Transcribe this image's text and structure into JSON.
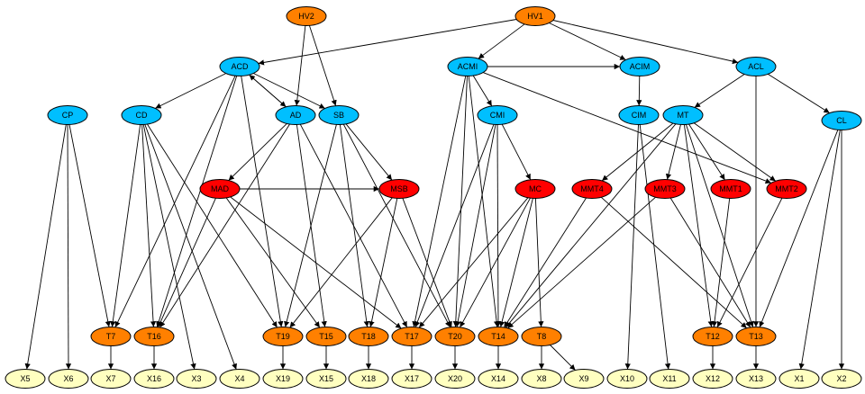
{
  "colors": {
    "orange": "#ff8000",
    "blue": "#00bfff",
    "red": "#ff0000",
    "yellow": "#ffffc0"
  },
  "nodes": [
    {
      "id": "HV2",
      "label": "HV2",
      "color": "orange"
    },
    {
      "id": "HV1",
      "label": "HV1",
      "color": "orange"
    },
    {
      "id": "ACD",
      "label": "ACD",
      "color": "blue"
    },
    {
      "id": "ACMI",
      "label": "ACMI",
      "color": "blue"
    },
    {
      "id": "ACIM",
      "label": "ACIM",
      "color": "blue"
    },
    {
      "id": "ACL",
      "label": "ACL",
      "color": "blue"
    },
    {
      "id": "CP",
      "label": "CP",
      "color": "blue"
    },
    {
      "id": "CD",
      "label": "CD",
      "color": "blue"
    },
    {
      "id": "AD",
      "label": "AD",
      "color": "blue"
    },
    {
      "id": "SB",
      "label": "SB",
      "color": "blue"
    },
    {
      "id": "CMI",
      "label": "CMI",
      "color": "blue"
    },
    {
      "id": "CIM",
      "label": "CIM",
      "color": "blue"
    },
    {
      "id": "MT",
      "label": "MT",
      "color": "blue"
    },
    {
      "id": "CL",
      "label": "CL",
      "color": "blue"
    },
    {
      "id": "MAD",
      "label": "MAD",
      "color": "red"
    },
    {
      "id": "MSB",
      "label": "MSB",
      "color": "red"
    },
    {
      "id": "MC",
      "label": "MC",
      "color": "red"
    },
    {
      "id": "MMT4",
      "label": "MMT4",
      "color": "red"
    },
    {
      "id": "MMT3",
      "label": "MMT3",
      "color": "red"
    },
    {
      "id": "MMT1",
      "label": "MMT1",
      "color": "red"
    },
    {
      "id": "MMT2",
      "label": "MMT2",
      "color": "red"
    },
    {
      "id": "T7",
      "label": "T7",
      "color": "orange"
    },
    {
      "id": "T16",
      "label": "T16",
      "color": "orange"
    },
    {
      "id": "T19",
      "label": "T19",
      "color": "orange"
    },
    {
      "id": "T15",
      "label": "T15",
      "color": "orange"
    },
    {
      "id": "T18",
      "label": "T18",
      "color": "orange"
    },
    {
      "id": "T17",
      "label": "T17",
      "color": "orange"
    },
    {
      "id": "T20",
      "label": "T20",
      "color": "orange"
    },
    {
      "id": "T14",
      "label": "T14",
      "color": "orange"
    },
    {
      "id": "T8",
      "label": "T8",
      "color": "orange"
    },
    {
      "id": "T12",
      "label": "T12",
      "color": "orange"
    },
    {
      "id": "T13",
      "label": "T13",
      "color": "orange"
    },
    {
      "id": "X5",
      "label": "X5",
      "color": "yellow"
    },
    {
      "id": "X6",
      "label": "X6",
      "color": "yellow"
    },
    {
      "id": "X7",
      "label": "X7",
      "color": "yellow"
    },
    {
      "id": "X16",
      "label": "X16",
      "color": "yellow"
    },
    {
      "id": "X3",
      "label": "X3",
      "color": "yellow"
    },
    {
      "id": "X4",
      "label": "X4",
      "color": "yellow"
    },
    {
      "id": "X19",
      "label": "X19",
      "color": "yellow"
    },
    {
      "id": "X15",
      "label": "X15",
      "color": "yellow"
    },
    {
      "id": "X18",
      "label": "X18",
      "color": "yellow"
    },
    {
      "id": "X17",
      "label": "X17",
      "color": "yellow"
    },
    {
      "id": "X20",
      "label": "X20",
      "color": "yellow"
    },
    {
      "id": "X14",
      "label": "X14",
      "color": "yellow"
    },
    {
      "id": "X8",
      "label": "X8",
      "color": "yellow"
    },
    {
      "id": "X9",
      "label": "X9",
      "color": "yellow"
    },
    {
      "id": "X10",
      "label": "X10",
      "color": "yellow"
    },
    {
      "id": "X11",
      "label": "X11",
      "color": "yellow"
    },
    {
      "id": "X12",
      "label": "X12",
      "color": "yellow"
    },
    {
      "id": "X13",
      "label": "X13",
      "color": "yellow"
    },
    {
      "id": "X1",
      "label": "X1",
      "color": "yellow"
    },
    {
      "id": "X2",
      "label": "X2",
      "color": "yellow"
    }
  ],
  "edges": [
    [
      "HV2",
      "AD"
    ],
    [
      "HV2",
      "SB"
    ],
    [
      "HV1",
      "ACD"
    ],
    [
      "HV1",
      "ACMI"
    ],
    [
      "HV1",
      "ACIM"
    ],
    [
      "HV1",
      "ACL"
    ],
    [
      "ACD",
      "CD"
    ],
    [
      "ACD",
      "AD"
    ],
    [
      "ACD",
      "SB"
    ],
    [
      "ACD",
      "T7"
    ],
    [
      "ACD",
      "T16"
    ],
    [
      "ACD",
      "T19"
    ],
    [
      "AD",
      "ACD"
    ],
    [
      "ACMI",
      "ACIM"
    ],
    [
      "ACMI",
      "CMI"
    ],
    [
      "ACMI",
      "MMT2"
    ],
    [
      "ACMI",
      "T17"
    ],
    [
      "ACMI",
      "T20"
    ],
    [
      "ACMI",
      "T14"
    ],
    [
      "ACIM",
      "CIM"
    ],
    [
      "ACL",
      "MT"
    ],
    [
      "ACL",
      "CL"
    ],
    [
      "ACL",
      "T13"
    ],
    [
      "CP",
      "T7"
    ],
    [
      "CP",
      "X5"
    ],
    [
      "CP",
      "X6"
    ],
    [
      "CD",
      "T7"
    ],
    [
      "CD",
      "T16"
    ],
    [
      "CD",
      "X3"
    ],
    [
      "CD",
      "X4"
    ],
    [
      "CD",
      "T19"
    ],
    [
      "AD",
      "MAD"
    ],
    [
      "AD",
      "T16"
    ],
    [
      "AD",
      "T15"
    ],
    [
      "AD",
      "T17"
    ],
    [
      "SB",
      "MSB"
    ],
    [
      "SB",
      "T19"
    ],
    [
      "SB",
      "T18"
    ],
    [
      "SB",
      "T20"
    ],
    [
      "CMI",
      "MC"
    ],
    [
      "CMI",
      "T17"
    ],
    [
      "CMI",
      "T20"
    ],
    [
      "CMI",
      "T14"
    ],
    [
      "CIM",
      "X10"
    ],
    [
      "CIM",
      "X11"
    ],
    [
      "MT",
      "MMT4"
    ],
    [
      "MT",
      "MMT3"
    ],
    [
      "MT",
      "MMT1"
    ],
    [
      "MT",
      "MMT2"
    ],
    [
      "MT",
      "T14"
    ],
    [
      "MT",
      "T12"
    ],
    [
      "MT",
      "T13"
    ],
    [
      "CL",
      "T13"
    ],
    [
      "CL",
      "X1"
    ],
    [
      "CL",
      "X2"
    ],
    [
      "MAD",
      "MSB"
    ],
    [
      "MAD",
      "T16"
    ],
    [
      "MAD",
      "T15"
    ],
    [
      "MAD",
      "T17"
    ],
    [
      "MSB",
      "T19"
    ],
    [
      "MSB",
      "T18"
    ],
    [
      "MSB",
      "T20"
    ],
    [
      "MC",
      "T20"
    ],
    [
      "MC",
      "T14"
    ],
    [
      "MC",
      "T8"
    ],
    [
      "MC",
      "T17"
    ],
    [
      "MMT4",
      "T14"
    ],
    [
      "MMT4",
      "T13"
    ],
    [
      "MMT3",
      "T14"
    ],
    [
      "MMT3",
      "T13"
    ],
    [
      "MMT1",
      "T12"
    ],
    [
      "MMT2",
      "T12"
    ],
    [
      "T7",
      "X7"
    ],
    [
      "T16",
      "X16"
    ],
    [
      "T19",
      "X19"
    ],
    [
      "T15",
      "X15"
    ],
    [
      "T18",
      "X18"
    ],
    [
      "T17",
      "X17"
    ],
    [
      "T20",
      "X20"
    ],
    [
      "T14",
      "X14"
    ],
    [
      "T8",
      "X8"
    ],
    [
      "T8",
      "X9"
    ],
    [
      "T12",
      "X12"
    ],
    [
      "T13",
      "X13"
    ]
  ]
}
